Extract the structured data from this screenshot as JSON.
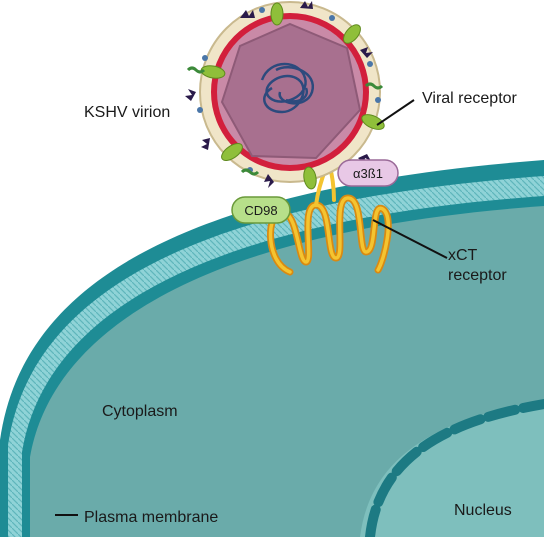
{
  "labels": {
    "virion": "KSHV virion",
    "viral_receptor": "Viral receptor",
    "xct_line1": "xCT",
    "xct_line2": "receptor",
    "cytoplasm": "Cytoplasm",
    "plasma_membrane": "Plasma membrane",
    "nucleus": "Nucleus",
    "cd98": "CD98",
    "integrin": "α3ß1"
  },
  "colors": {
    "membrane_dark": "#1e8c95",
    "membrane_light": "#8fd3d7",
    "cytoplasm": "#6aabaa",
    "nucleus": "#7ebfbd",
    "nuclear_envelope": "#1d7a83",
    "capsid_red": "#d21f3c",
    "capsid_fill": "#c98aa7",
    "capsid_inner": "#a8708f",
    "dna": "#2c4a7d",
    "envelope_beige": "#f0e5c8",
    "glycoprotein_green": "#8fbf3a",
    "cd98_fill": "#b7df8a",
    "integrin_fill": "#e8c8e6",
    "xct_yellow": "#f4c430",
    "xct_orange": "#d98a12"
  }
}
